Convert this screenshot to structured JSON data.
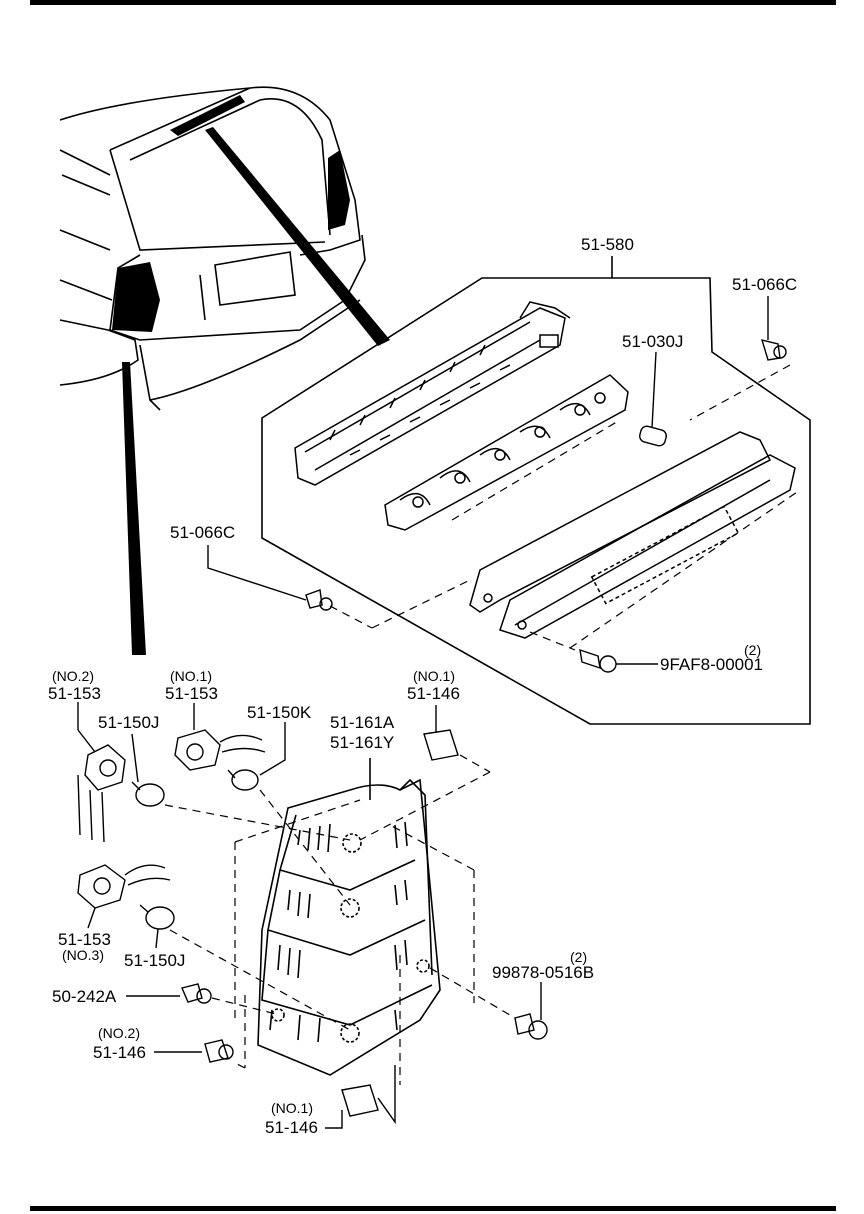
{
  "labels": {
    "assy_580": "51-580",
    "clip_066c_right": "51-066C",
    "bulb_030j": "51-030J",
    "clip_066c_left": "51-066C",
    "screw_qty": "(2)",
    "screw_9faf8": "9FAF8-00001",
    "socket_no2_qual": "(NO.2)",
    "socket_no2": "51-153",
    "socket_no1_qual": "(NO.1)",
    "socket_no1": "51-153",
    "bulb_150j_top": "51-150J",
    "bulb_150k": "51-150K",
    "lamp_161a": "51-161A",
    "lamp_161y": "51-161Y",
    "pad_146_top_qual": "(NO.1)",
    "pad_146_top": "51-146",
    "socket_no3": "51-153",
    "socket_no3_qual": "(NO.3)",
    "bulb_150j_bottom": "51-150J",
    "screw_99878_qty": "(2)",
    "screw_99878": "99878-0516B",
    "grommet_242a": "50-242A",
    "pad_146_mid_qual": "(NO.2)",
    "pad_146_mid": "51-146",
    "pad_146_bottom_qual": "(NO.1)",
    "pad_146_bottom": "51-146"
  }
}
